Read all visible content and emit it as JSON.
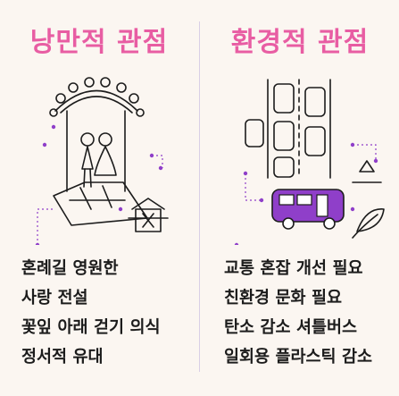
{
  "left": {
    "title": "낭만적 관점",
    "lines": [
      "혼례길 영원한",
      "사랑 전설",
      "꽃잎 아래 걷기 의식",
      "정서적 유대"
    ]
  },
  "right": {
    "title": "환경적 관점",
    "lines": [
      "교통 혼잡 개선 필요",
      "친환경 문화 필요",
      "탄소 감소 셔틀버스",
      "일회용 플라스틱 감소"
    ]
  },
  "colors": {
    "title": "#e85da3",
    "accent": "#8f3fc9",
    "line": "#1c1c1c"
  }
}
